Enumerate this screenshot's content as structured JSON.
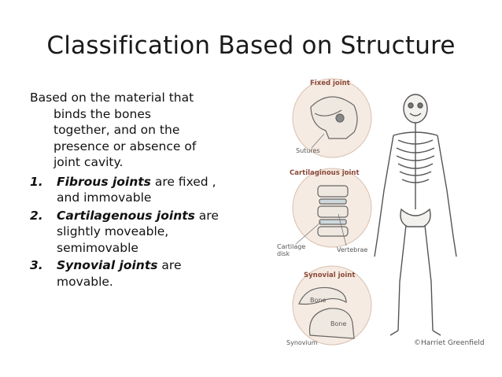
{
  "slide": {
    "title": "Classification Based on Structure",
    "intro_lines": [
      "Based on the material that",
      "binds the bones",
      "together, and on the",
      "presence or absence of",
      "joint cavity."
    ],
    "items": [
      {
        "num": "1.",
        "term": "Fibrous joints",
        "rest_1": " are fixed ,",
        "rest_2": "and immovable",
        "rest_3": ""
      },
      {
        "num": "2.",
        "term": "Cartilagenous joints",
        "rest_1": " are",
        "rest_2": "slightly moveable,",
        "rest_3": "semimovable"
      },
      {
        "num": "3.",
        "term": "Synovial joints",
        "rest_1": " are",
        "rest_2": "movable.",
        "rest_3": ""
      }
    ]
  },
  "figure": {
    "fixed_joint_label": "Fixed joint",
    "sutures_label": "Sutures",
    "cartilaginous_joint_label": "Cartilaginous joint",
    "cartilage_label_1": "Cartilage",
    "cartilage_label_2": "disk",
    "vertebrae_label": "Vertebrae",
    "synovial_joint_label": "Synovial joint",
    "bone_label_1": "Bone",
    "bone_label_2": "Bone",
    "synovium_label": "Synovium",
    "credit": "©Harriet Greenfield"
  }
}
